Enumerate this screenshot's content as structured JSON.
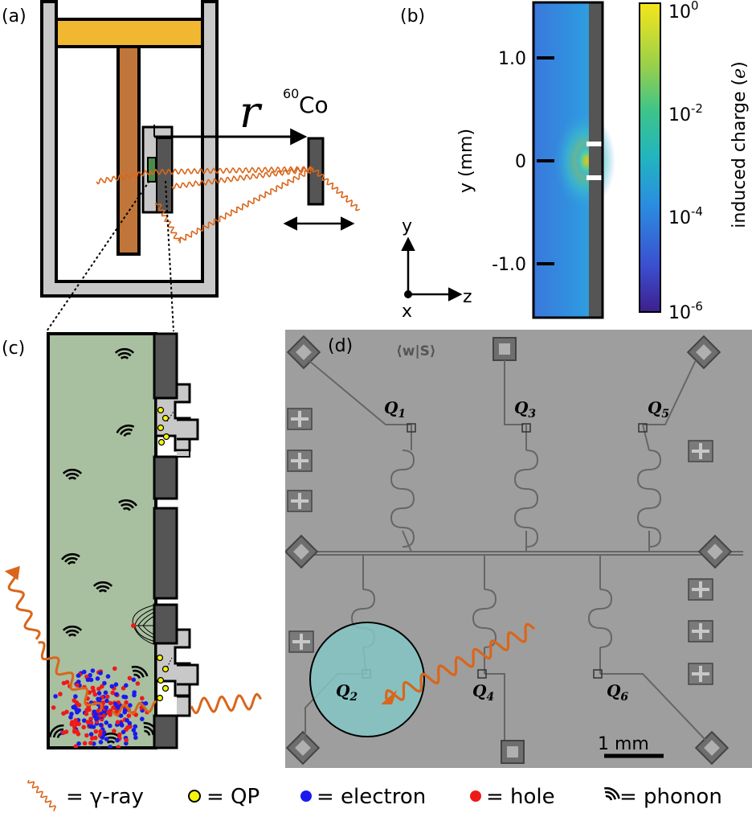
{
  "panels": {
    "a": {
      "label": "(a)",
      "distance_symbol": "r",
      "source_mass": "60",
      "source_element": "Co"
    },
    "b": {
      "label": "(b)",
      "ylabel": "y (mm)",
      "yticks": [
        "1.0",
        "0",
        "-1.0"
      ],
      "colorbar_label": "induced charge (",
      "colorbar_unit": "e",
      "colorbar_label_end": ")",
      "colorbar_ticks": [
        {
          "base": "10",
          "exp": "0"
        },
        {
          "base": "10",
          "exp": "-2"
        },
        {
          "base": "10",
          "exp": "-4"
        },
        {
          "base": "10",
          "exp": "-6"
        }
      ],
      "axes": {
        "y": "y",
        "x": "x",
        "z": "z"
      }
    },
    "c": {
      "label": "(c)"
    },
    "d": {
      "label": "(d)",
      "logo": "⟨w|S⟩",
      "qubits": [
        {
          "name": "Q",
          "sub": "1"
        },
        {
          "name": "Q",
          "sub": "3"
        },
        {
          "name": "Q",
          "sub": "5"
        },
        {
          "name": "Q",
          "sub": "2"
        },
        {
          "name": "Q",
          "sub": "4"
        },
        {
          "name": "Q",
          "sub": "6"
        }
      ],
      "scale_bar": "1 mm"
    }
  },
  "legend": {
    "gamma": "= γ-ray",
    "qp": "= QP",
    "electron": "= electron",
    "hole": "= hole",
    "phonon": "= phonon"
  },
  "colors": {
    "gold": "#f2b731",
    "copper": "#c0763a",
    "frame_gray": "#c8c8c8",
    "dark_gray": "#555555",
    "substrate_green": "#a8c0a0",
    "gamma_orange": "#d9661a",
    "electron_blue": "#1a1aee",
    "hole_red": "#ee1a1a",
    "qp_yellow": "#f5f50a",
    "chip_gray": "#9e9e9e",
    "circle_teal": "#84c6c6"
  }
}
